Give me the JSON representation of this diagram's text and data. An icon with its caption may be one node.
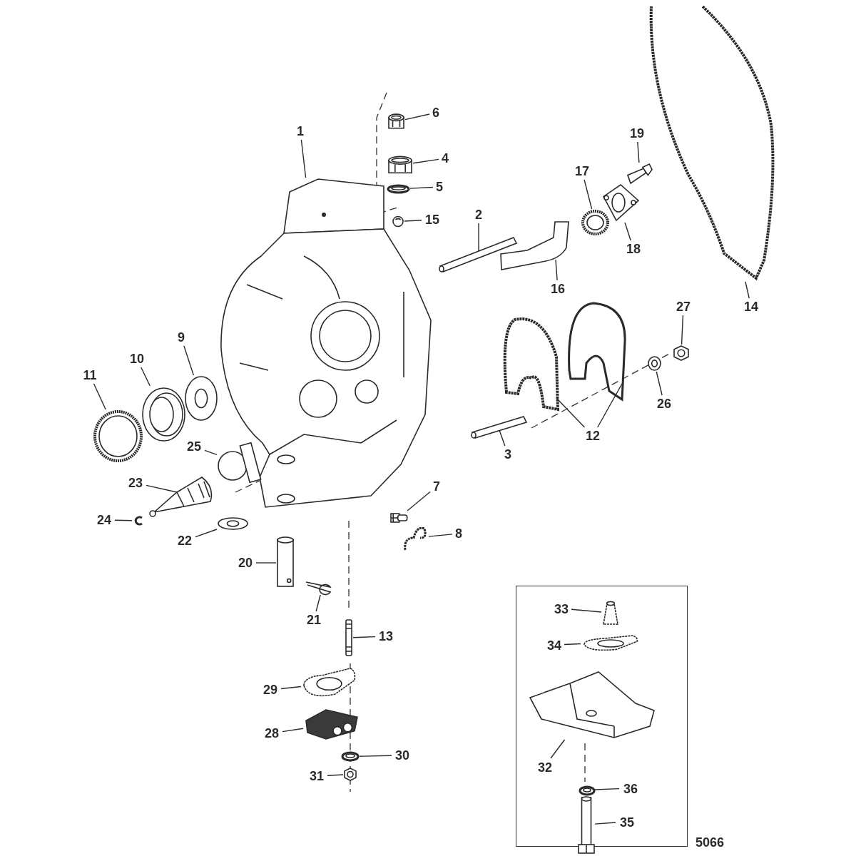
{
  "diagram": {
    "nodes": [
      {
        "text": [
          "6"
        ]
      },
      {
        "text": [],
        "shape": "picture"
      },
      {
        "text": [
          "1"
        ]
      },
      {
        "text": [],
        "shape": "picture"
      },
      {
        "text": [
          "4"
        ]
      },
      {
        "text": [],
        "shape": "picture"
      },
      {
        "text": [
          "5"
        ]
      },
      {
        "text": [],
        "shape": "picture"
      },
      {
        "text": [
          "15"
        ]
      },
      {
        "text": [],
        "shape": "picture"
      },
      {
        "text": [
          "19"
        ]
      },
      {
        "text": [],
        "shape": "picture"
      },
      {
        "text": [
          "17"
        ]
      },
      {
        "text": [],
        "shape": "picture"
      },
      {
        "text": [
          "2"
        ]
      },
      {
        "text": [],
        "shape": "picture"
      },
      {
        "text": [
          "18"
        ]
      },
      {
        "text": [],
        "shape": "picture"
      },
      {
        "text": [
          "16"
        ]
      },
      {
        "text": [],
        "shape": "picture"
      },
      {
        "text": [
          "14"
        ]
      },
      {
        "text": [],
        "shape": "picture"
      },
      {
        "text": [
          "9"
        ]
      },
      {
        "text": [],
        "shape": "picture"
      },
      {
        "text": [
          "10"
        ]
      },
      {
        "text": [],
        "shape": "picture"
      },
      {
        "text": [
          "11"
        ]
      },
      {
        "text": [],
        "shape": "picture"
      },
      {
        "text": [
          "27"
        ]
      },
      {
        "text": [],
        "shape": "picture"
      },
      {
        "text": [
          "26"
        ]
      },
      {
        "text": [],
        "shape": "picture"
      },
      {
        "text": [
          "12"
        ]
      },
      {
        "text": [],
        "shape": "picture"
      },
      {
        "text": [],
        "shape": "picture"
      },
      {
        "text": [
          "25"
        ]
      },
      {
        "text": [],
        "shape": "picture"
      },
      {
        "text": [
          "3"
        ]
      },
      {
        "text": [],
        "shape": "picture"
      },
      {
        "text": [
          "23"
        ]
      },
      {
        "text": [],
        "shape": "picture"
      },
      {
        "text": [
          "7"
        ]
      },
      {
        "text": [],
        "shape": "picture"
      },
      {
        "text": [
          "24"
        ]
      },
      {
        "text": [],
        "shape": "picture"
      },
      {
        "text": [
          "22"
        ]
      },
      {
        "text": [],
        "shape": "picture"
      },
      {
        "text": [
          "8"
        ]
      },
      {
        "text": [],
        "shape": "picture"
      },
      {
        "text": [
          "20"
        ]
      },
      {
        "text": [],
        "shape": "picture"
      },
      {
        "text": [
          "21"
        ]
      },
      {
        "text": [],
        "shape": "picture"
      },
      {
        "text": [
          "13"
        ]
      },
      {
        "text": [],
        "shape": "picture"
      },
      {
        "text": [
          "29"
        ]
      },
      {
        "text": [],
        "shape": "picture"
      },
      {
        "text": [
          "28"
        ]
      },
      {
        "text": [],
        "shape": "picture"
      },
      {
        "text": [
          "30"
        ]
      },
      {
        "text": [],
        "shape": "picture"
      },
      {
        "text": [
          "31"
        ]
      },
      {
        "text": [],
        "shape": "picture"
      },
      {
        "text": [],
        "shape": "box"
      },
      {
        "text": [
          "33"
        ],
        "in": 63
      },
      {
        "text": [],
        "shape": "picture",
        "in": 63
      },
      {
        "text": [
          "34"
        ],
        "in": 63
      },
      {
        "text": [],
        "shape": "picture",
        "in": 63
      },
      {
        "text": [
          "32"
        ],
        "in": 63
      },
      {
        "text": [],
        "shape": "picture",
        "in": 63
      },
      {
        "text": [
          "36"
        ],
        "in": 63
      },
      {
        "text": [],
        "shape": "picture",
        "in": 63
      },
      {
        "text": [
          "35"
        ],
        "in": 63
      },
      {
        "text": [],
        "shape": "picture",
        "in": 63
      }
    ],
    "edges": [
      {
        "from": 0,
        "to": 1,
        "arrow": "none"
      },
      {
        "from": 2,
        "to": 3,
        "arrow": "none"
      },
      {
        "from": 4,
        "to": 5,
        "arrow": "none"
      },
      {
        "from": 6,
        "to": 7,
        "arrow": "none"
      },
      {
        "from": 8,
        "to": 9,
        "arrow": "none"
      },
      {
        "from": 10,
        "to": 11,
        "arrow": "none"
      },
      {
        "from": 12,
        "to": 13,
        "arrow": "none"
      },
      {
        "from": 14,
        "to": 15,
        "arrow": "none"
      },
      {
        "from": 16,
        "to": 17,
        "arrow": "none"
      },
      {
        "from": 18,
        "to": 19,
        "arrow": "none"
      },
      {
        "from": 20,
        "to": 21,
        "arrow": "none"
      },
      {
        "from": 22,
        "to": 23,
        "arrow": "none"
      },
      {
        "from": 24,
        "to": 25,
        "arrow": "none"
      },
      {
        "from": 26,
        "to": 27,
        "arrow": "none"
      },
      {
        "from": 28,
        "to": 29,
        "arrow": "none"
      },
      {
        "from": 30,
        "to": 31,
        "arrow": "none"
      },
      {
        "from": 32,
        "to": 33,
        "arrow": "none"
      },
      {
        "from": 32,
        "to": 34,
        "arrow": "none"
      },
      {
        "from": 35,
        "to": 36,
        "arrow": "none"
      },
      {
        "from": 37,
        "to": 38,
        "arrow": "none"
      },
      {
        "from": 39,
        "to": 40,
        "arrow": "none"
      },
      {
        "from": 41,
        "to": 42,
        "arrow": "none"
      },
      {
        "from": 43,
        "to": 44,
        "arrow": "none"
      },
      {
        "from": 45,
        "to": 46,
        "arrow": "none"
      },
      {
        "from": 47,
        "to": 48,
        "arrow": "none"
      },
      {
        "from": 49,
        "to": 50,
        "arrow": "none"
      },
      {
        "from": 51,
        "to": 52,
        "arrow": "none"
      },
      {
        "from": 53,
        "to": 54,
        "arrow": "none"
      },
      {
        "from": 55,
        "to": 56,
        "arrow": "none"
      },
      {
        "from": 57,
        "to": 58,
        "arrow": "none"
      },
      {
        "from": 59,
        "to": 60,
        "arrow": "none"
      },
      {
        "from": 61,
        "to": 62,
        "arrow": "none"
      },
      {
        "from": 64,
        "to": 65,
        "arrow": "none"
      },
      {
        "from": 66,
        "to": 67,
        "arrow": "none"
      },
      {
        "from": 68,
        "to": 69,
        "arrow": "none"
      },
      {
        "from": 70,
        "to": 71,
        "arrow": "none"
      },
      {
        "from": 72,
        "to": 73,
        "arrow": "none"
      }
    ],
    "labels": [
      "5066"
    ]
  }
}
